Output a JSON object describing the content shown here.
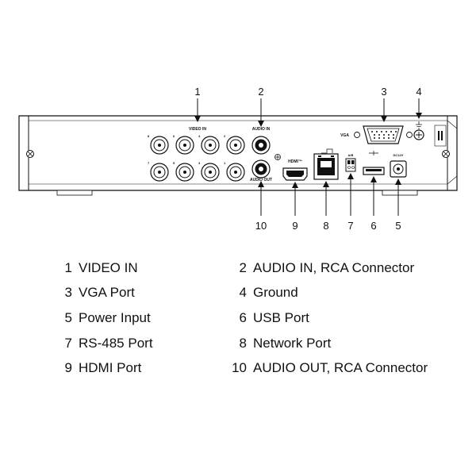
{
  "panel_labels": {
    "video_in": "VIDEO IN",
    "audio_in": "AUDIO IN",
    "audio_out": "AUDIO OUT",
    "vga": "VGA",
    "hdmi": "HDMI™",
    "rs485": "A/B",
    "power": "DC12V",
    "bnc_top_numbers": [
      "8",
      "6",
      "4",
      "2"
    ],
    "bnc_bottom_numbers": [
      "7",
      "5",
      "3",
      "1"
    ]
  },
  "callouts": {
    "top": [
      "1",
      "2",
      "3",
      "4"
    ],
    "bottom": [
      "10",
      "9",
      "8",
      "7",
      "6",
      "5"
    ]
  },
  "legend": [
    {
      "num": "1",
      "label": "VIDEO IN"
    },
    {
      "num": "2",
      "label": "AUDIO IN, RCA Connector"
    },
    {
      "num": "3",
      "label": "VGA Port"
    },
    {
      "num": "4",
      "label": "Ground"
    },
    {
      "num": "5",
      "label": "Power Input"
    },
    {
      "num": "6",
      "label": "USB Port"
    },
    {
      "num": "7",
      "label": "RS-485 Port"
    },
    {
      "num": "8",
      "label": "Network Port"
    },
    {
      "num": "9",
      "label": "HDMI Port"
    },
    {
      "num": "10",
      "label": "AUDIO OUT, RCA Connector"
    }
  ]
}
